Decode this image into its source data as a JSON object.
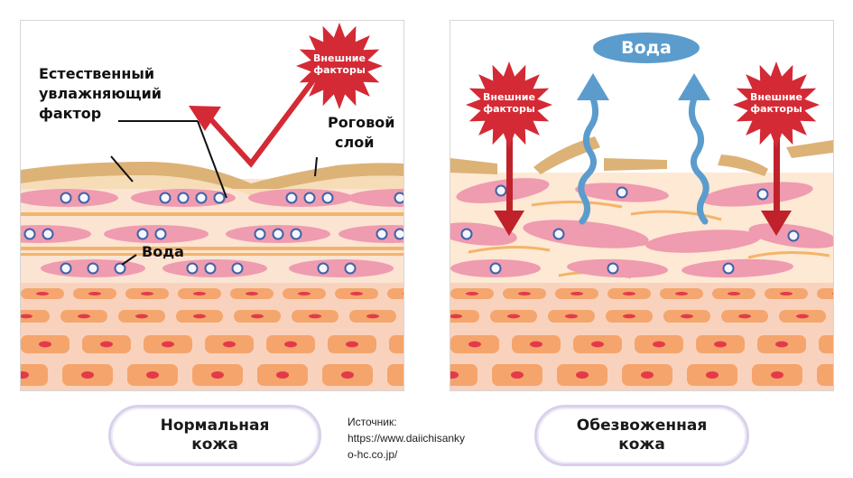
{
  "normal_panel": {
    "external_factors": [
      "Внешние",
      "факторы"
    ],
    "nmf_label": [
      "Естественный",
      "увлажняющий",
      "фактор"
    ],
    "stratum_label": [
      "Роговой",
      "слой"
    ],
    "water_label": "Вода",
    "caption": [
      "Нормальная",
      "кожа"
    ]
  },
  "dry_panel": {
    "water_label": "Вода",
    "external_factors_left": [
      "Внешние",
      "факторы"
    ],
    "external_factors_right": [
      "Внешние",
      "факторы"
    ],
    "caption": [
      "Обезвоженная",
      "кожа"
    ]
  },
  "source": {
    "label": "Источник:",
    "url_lines": [
      "https://www.daiichisanky",
      "o-hc.co.jp/"
    ]
  },
  "colors": {
    "burst_red": "#d42a35",
    "arrow_red": "#c0222c",
    "water_blue": "#5b9ccd",
    "stratum_tan": "#dcb277",
    "cell_pink": "#ef9bb0",
    "deep_orange": "#f4a66e",
    "nucleus_red": "#e33a4a",
    "pill_border": "#d9d0ea"
  }
}
